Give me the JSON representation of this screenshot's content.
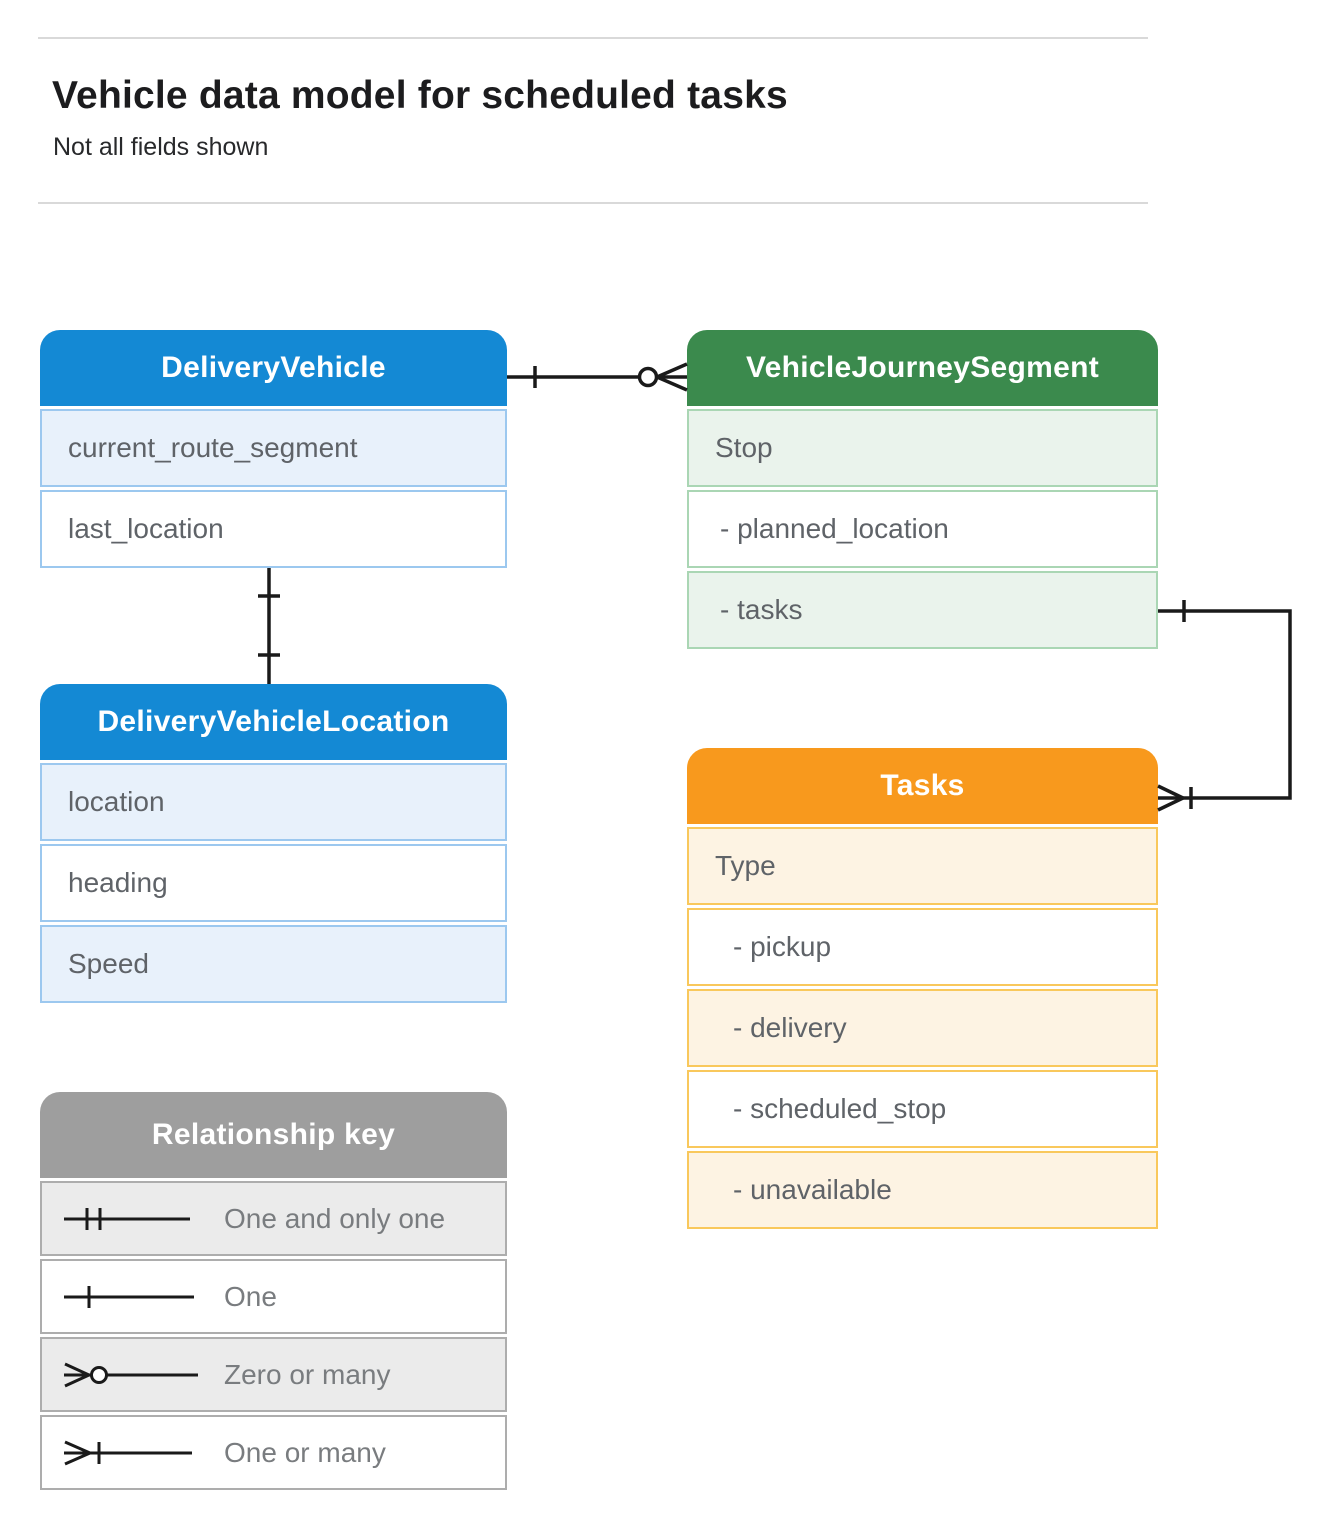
{
  "header": {
    "title": "Vehicle data model for scheduled tasks",
    "subtitle": "Not all fields shown"
  },
  "entities": {
    "delivery_vehicle": {
      "title": "DeliveryVehicle",
      "rows": [
        "current_route_segment",
        "last_location"
      ]
    },
    "vehicle_journey_segment": {
      "title": "VehicleJourneySegment",
      "rows": [
        "Stop",
        "- planned_location",
        "- tasks"
      ]
    },
    "delivery_vehicle_location": {
      "title": "DeliveryVehicleLocation",
      "rows": [
        "location",
        "heading",
        "Speed"
      ]
    },
    "tasks": {
      "title": "Tasks",
      "rows": [
        "Type",
        "- pickup",
        "- delivery",
        "- scheduled_stop",
        "- unavailable"
      ]
    }
  },
  "legend": {
    "title": "Relationship key",
    "items": [
      "One and only one",
      "One",
      "Zero or many",
      "One or many"
    ]
  },
  "relationships": [
    {
      "from": "DeliveryVehicle",
      "to": "VehicleJourneySegment",
      "from_end": "one",
      "to_end": "zero or many"
    },
    {
      "from": "DeliveryVehicle",
      "to": "DeliveryVehicleLocation",
      "from_end": "one",
      "to_end": "one"
    },
    {
      "from": "VehicleJourneySegment (tasks)",
      "to": "Tasks",
      "from_end": "one",
      "to_end": "one or many"
    }
  ],
  "colors": {
    "blue_header": "#1489D4",
    "blue_tint": "#E8F1FB",
    "green_header": "#3B8A4D",
    "green_tint": "#EAF3EC",
    "orange_header": "#F8991D",
    "orange_tint": "#FDF3E3",
    "gray_header": "#9E9E9E",
    "gray_tint": "#EBEBEB",
    "row_text": "#5F6368",
    "connector": "#1A1A1A"
  }
}
